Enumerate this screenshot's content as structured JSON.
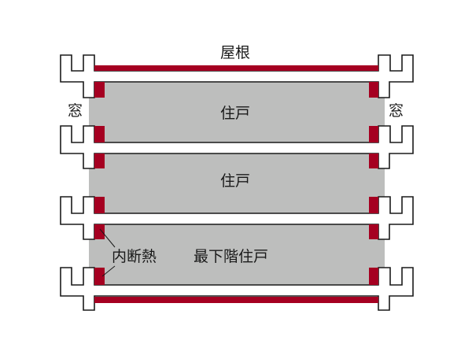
{
  "colors": {
    "insulation": "#a50021",
    "dwelling": "#bdbebd",
    "slab": "#ffffff",
    "outline": "#1a1a1a",
    "text": "#1a1a1a"
  },
  "labels": {
    "roof": "屋根",
    "window_left": "窓",
    "window_right": "窓",
    "unit_1": "住戸",
    "unit_2": "住戸",
    "bottom_unit": "最下階住戸",
    "inner_insulation": "内断熱"
  }
}
